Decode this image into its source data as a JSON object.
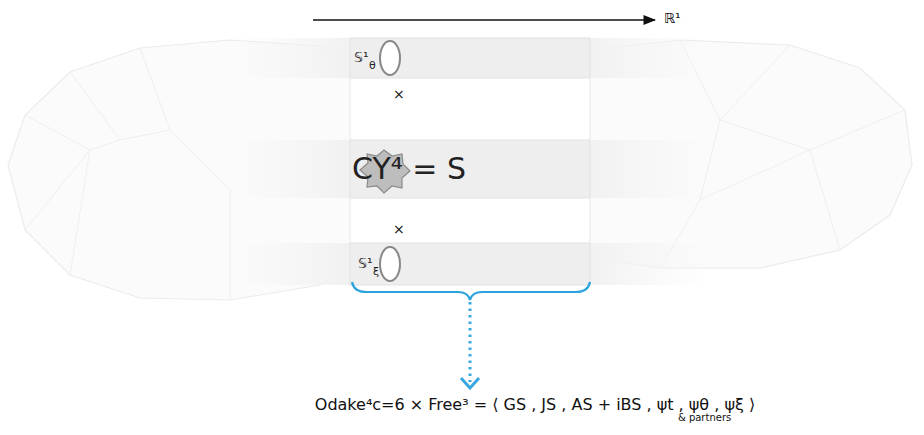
{
  "diagram": {
    "nodes": [
      {
        "text": [
          "𝕊¹",
          "θ"
        ]
      },
      {
        "text": [
          "CY⁴ = S"
        ]
      },
      {
        "text": [
          "𝕊¹",
          "ξ"
        ]
      }
    ],
    "labels": [
      "ℝ¹",
      "×",
      "×",
      "Odake⁴c=6 × Free³ = ⟨ GS , JS , AS + iBS , ψt , ψθ , ψξ ⟩",
      "& partners"
    ]
  }
}
